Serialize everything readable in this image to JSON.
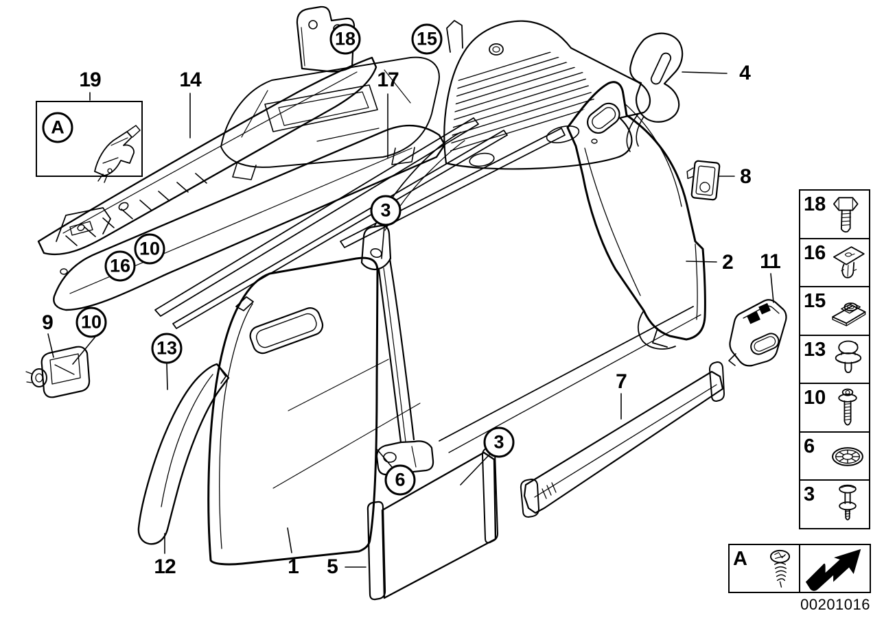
{
  "callouts": {
    "plain": [
      {
        "label": "19"
      },
      {
        "label": "14"
      },
      {
        "label": "17"
      },
      {
        "label": "4"
      },
      {
        "label": "8"
      },
      {
        "label": "2"
      },
      {
        "label": "11"
      },
      {
        "label": "9"
      },
      {
        "label": "7"
      },
      {
        "label": "12"
      },
      {
        "label": "1"
      },
      {
        "label": "5"
      }
    ],
    "circled": [
      {
        "label": "18"
      },
      {
        "label": "15"
      },
      {
        "label": "3"
      },
      {
        "label": "10"
      },
      {
        "label": "16"
      },
      {
        "label": "10"
      },
      {
        "label": "13"
      },
      {
        "label": "6"
      },
      {
        "label": "3"
      }
    ],
    "detail_box": {
      "label": "A"
    }
  },
  "legend": {
    "items": [
      {
        "label": "18",
        "icon": "hex-bolt-icon"
      },
      {
        "label": "16",
        "icon": "expansion-rivet-icon"
      },
      {
        "label": "15",
        "icon": "cage-nut-icon"
      },
      {
        "label": "13",
        "icon": "clip-rivet-icon"
      },
      {
        "label": "10",
        "icon": "torx-screw-icon"
      },
      {
        "label": "6",
        "icon": "spring-washer-icon"
      },
      {
        "label": "3",
        "icon": "expansion-screw-icon"
      }
    ],
    "footer": {
      "label": "A",
      "icon": "oval-head-screw-icon",
      "arrow_icon": "direction-arrow-icon"
    }
  },
  "footer": {
    "image_id": "00201016"
  },
  "colors": {
    "ink": "#000000",
    "background": "#ffffff"
  }
}
